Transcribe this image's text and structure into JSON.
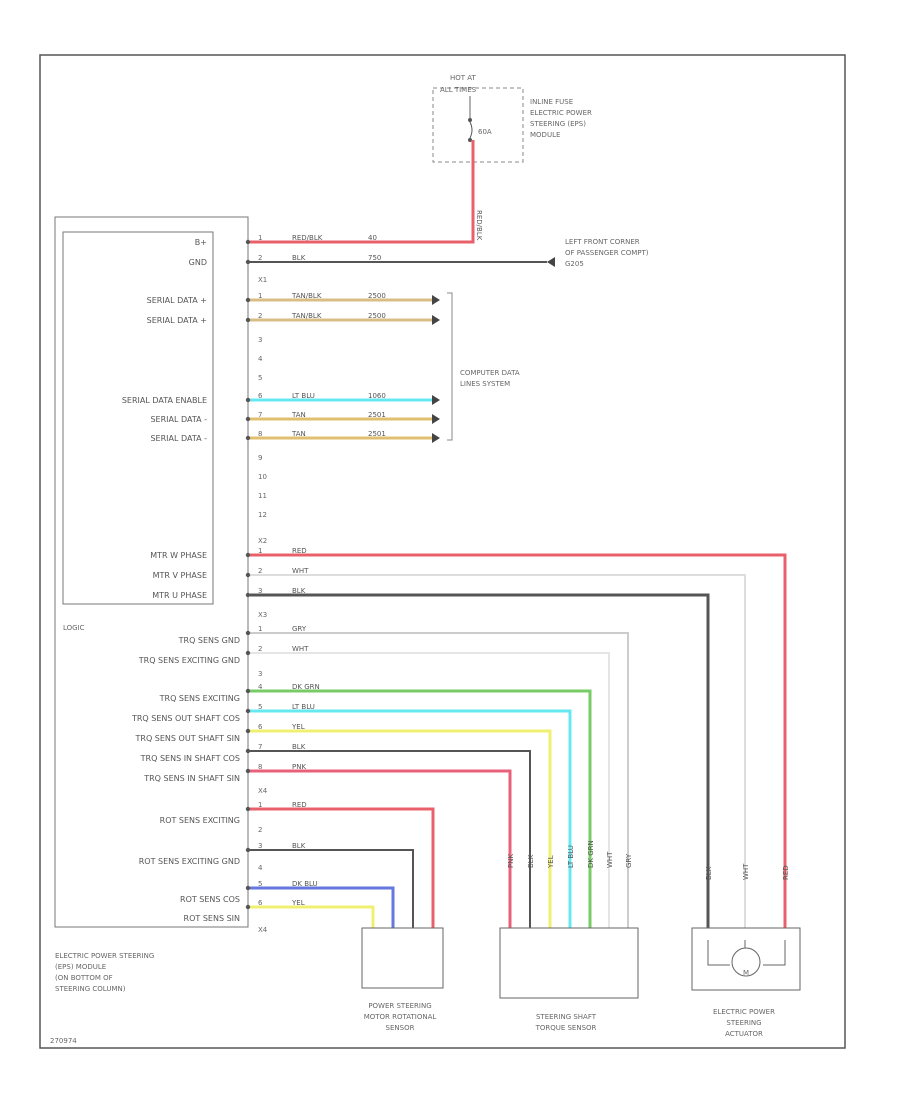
{
  "fuse": {
    "title_line1": "HOT AT",
    "title_line2": "ALL TIMES",
    "rating": "60A",
    "desc": [
      "INLINE FUSE",
      "ELECTRIC POWER",
      "STEERING (EPS)",
      "MODULE"
    ]
  },
  "ground": {
    "line1": "LEFT FRONT CORNER",
    "line2": "OF PASSENGER COMPT)",
    "line3": "G205"
  },
  "computer_data": {
    "line1": "COMPUTER DATA",
    "line2": "LINES SYSTEM"
  },
  "module": {
    "logic_label": "LOGIC",
    "name": [
      "ELECTRIC POWER STEERING",
      "(EPS) MODULE",
      "(ON BOTTOM OF",
      "STEERING COLUMN)"
    ]
  },
  "connectors": {
    "x1": "X1",
    "x2": "X2",
    "x3": "X3",
    "x4": "X4"
  },
  "left_pins": [
    {
      "label": "B+",
      "pin": "1",
      "color": "RED/BLK",
      "circuit": "40",
      "wire": "#e8606a"
    },
    {
      "label": "GND",
      "pin": "2",
      "color": "BLK",
      "circuit": "750",
      "wire": "#555555"
    },
    {
      "label": "SERIAL DATA +",
      "pin": "1",
      "color": "TAN/BLK",
      "circuit": "2500",
      "wire": "#d8be85"
    },
    {
      "label": "SERIAL DATA +",
      "pin": "2",
      "color": "TAN/BLK",
      "circuit": "2500",
      "wire": "#d8be85"
    },
    {
      "label": "SERIAL DATA ENABLE",
      "pin": "6",
      "color": "LT BLU",
      "circuit": "1060",
      "wire": "#66e8f0"
    },
    {
      "label": "SERIAL DATA -",
      "pin": "7",
      "color": "TAN",
      "circuit": "2501",
      "wire": "#e0c070"
    },
    {
      "label": "SERIAL DATA -",
      "pin": "8",
      "color": "TAN",
      "circuit": "2501",
      "wire": "#e0c070"
    }
  ],
  "x1_unused": [
    "3",
    "4",
    "5",
    "9",
    "10",
    "11",
    "12"
  ],
  "motor_pins": [
    {
      "label": "MTR W PHASE",
      "pin": "1",
      "color": "RED"
    },
    {
      "label": "MTR V PHASE",
      "pin": "2",
      "color": "WHT"
    },
    {
      "label": "MTR U PHASE",
      "pin": "3",
      "color": "BLK"
    }
  ],
  "torque_pins": [
    {
      "label": "TRQ SENS GND",
      "pin": "1",
      "color": "GRY"
    },
    {
      "label": "TRQ SENS EXCITING GND",
      "pin": "2",
      "color": "WHT"
    },
    {
      "label": "TRQ SENS EXCITING",
      "pin": "4",
      "color": "DK GRN"
    },
    {
      "label": "TRQ SENS OUT SHAFT COS",
      "pin": "5",
      "color": "LT BLU"
    },
    {
      "label": "TRQ SENS OUT SHAFT SIN",
      "pin": "6",
      "color": "YEL"
    },
    {
      "label": "TRQ SENS IN SHAFT COS",
      "pin": "7",
      "color": "BLK"
    },
    {
      "label": "TRQ SENS IN SHAFT SIN",
      "pin": "8",
      "color": "PNK"
    }
  ],
  "x3_unused": [
    "3"
  ],
  "rot_pins": [
    {
      "label": "ROT SENS EXCITING",
      "pin": "1",
      "color": "RED"
    },
    {
      "label": "ROT SENS EXCITING GND",
      "pin": "3",
      "color": "BLK"
    },
    {
      "label": "ROT SENS COS",
      "pin": "5",
      "color": "DK BLU"
    },
    {
      "label": "ROT SENS SIN",
      "pin": "6",
      "color": "YEL"
    }
  ],
  "x4_unused": [
    "2",
    "4"
  ],
  "vertical_labels": {
    "torque": [
      "PNK",
      "BLK",
      "YEL",
      "LT BLU",
      "DK GRN",
      "WHT",
      "GRY"
    ],
    "motor": [
      "BLK",
      "WHT",
      "RED"
    ]
  },
  "components": {
    "rot_sensor": [
      "POWER STEERING",
      "MOTOR ROTATIONAL",
      "SENSOR"
    ],
    "torque_sensor": [
      "STEERING SHAFT",
      "TORQUE SENSOR"
    ],
    "actuator": [
      "ELECTRIC POWER",
      "STEERING",
      "ACTUATOR"
    ],
    "actuator_symbol": "M"
  },
  "diagram_id": "270974"
}
